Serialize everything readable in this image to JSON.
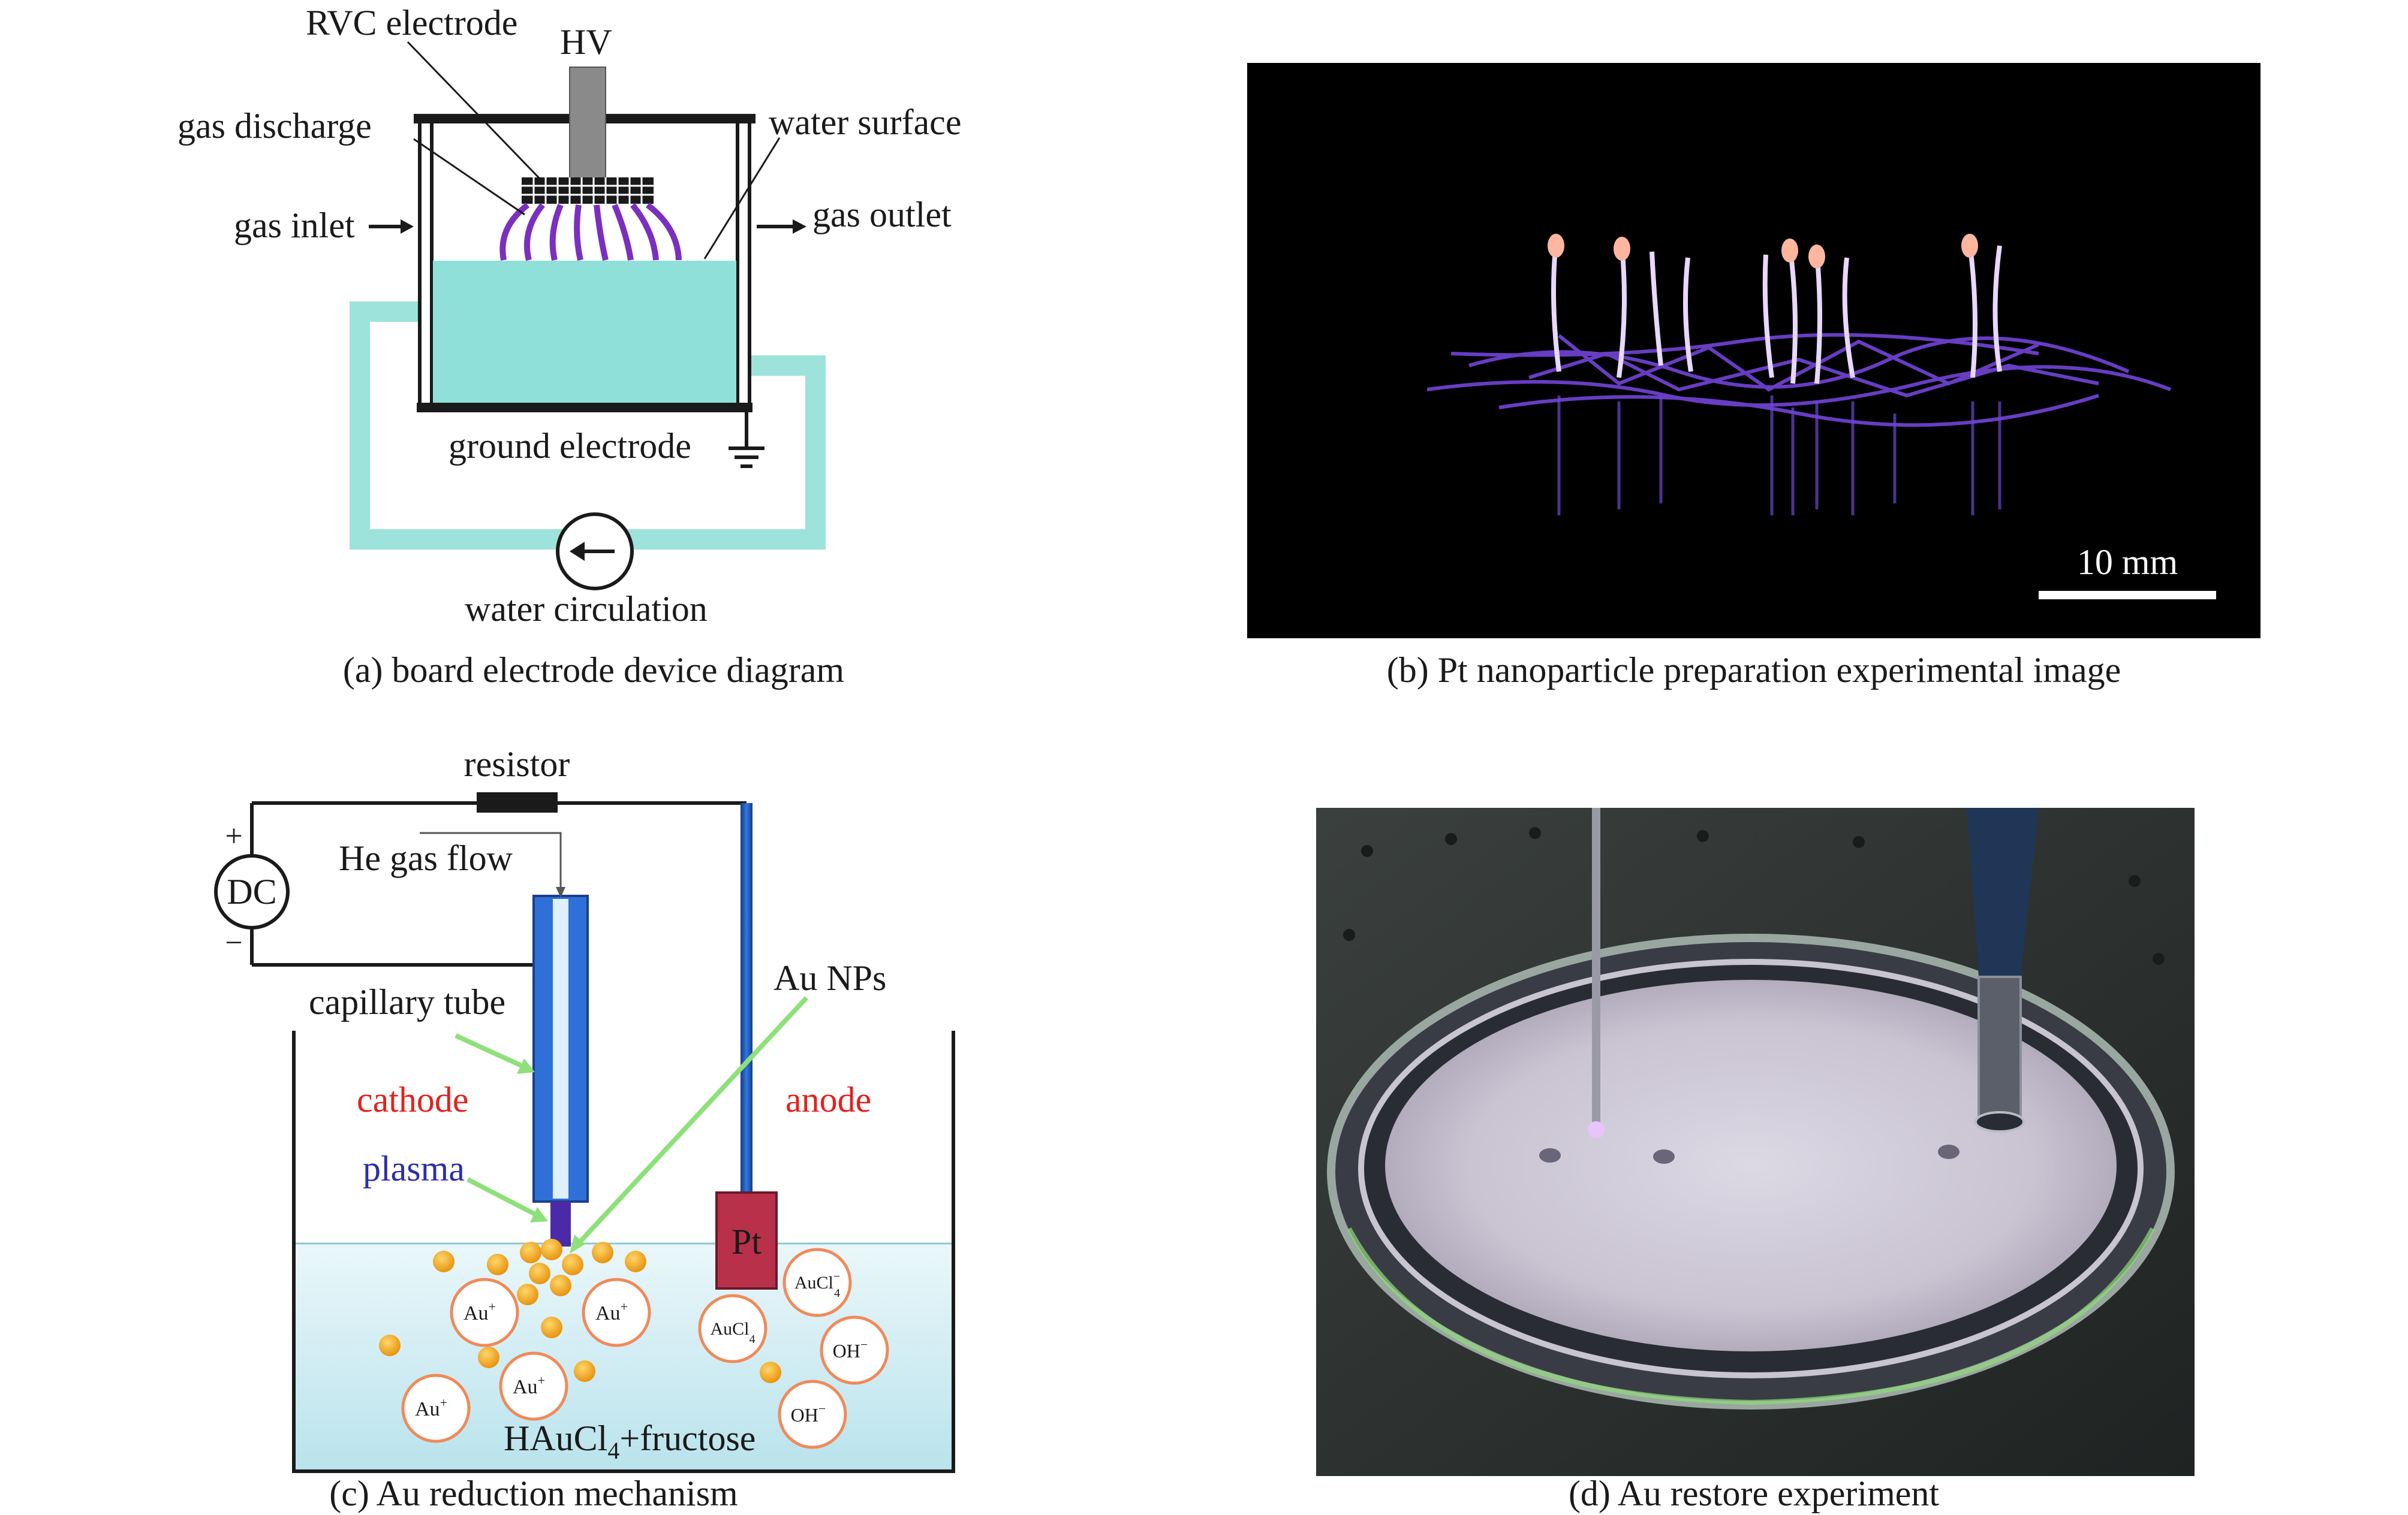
{
  "panel_a": {
    "caption": "(a) board electrode device diagram",
    "labels": {
      "rvc_electrode": "RVC electrode",
      "hv": "HV",
      "gas_discharge": "gas discharge",
      "water_surface": "water surface",
      "gas_inlet": "gas inlet",
      "gas_outlet": "gas outlet",
      "ground_electrode": "ground electrode",
      "water_circulation": "water circulation"
    },
    "colors": {
      "water": "#8fe0d8",
      "discharge": "#7b2fbf",
      "frame": "#1a1a1a",
      "pipe": "#9ee2dc"
    }
  },
  "panel_b": {
    "caption": "(b) Pt nanoparticle preparation experimental image",
    "scale_bar": "10 mm",
    "colors": {
      "background": "#000000",
      "discharge": "#8b5cf0"
    }
  },
  "panel_c": {
    "caption": "(c) Au reduction mechanism",
    "labels": {
      "resistor": "resistor",
      "plus": "+",
      "minus": "−",
      "dc": "DC",
      "he_gas_flow": "He gas flow",
      "capillary_tube": "capillary tube",
      "au_nps": "Au NPs",
      "cathode": "cathode",
      "anode": "anode",
      "plasma": "plasma",
      "pt": "Pt",
      "solution": "HAuCl",
      "solution_sub": "4",
      "solution_suffix": "+fructose"
    },
    "ions": {
      "au": "Au",
      "au_sup": "+",
      "aucl": "AuCl",
      "aucl_sub": "4",
      "aucl_sup": "−",
      "oh": "OH",
      "oh_sup": "−"
    },
    "colors": {
      "solution": "#d8f0f4",
      "tube": "#2f6fd8",
      "pt": "#b8304a",
      "particle": "#f2a51a",
      "ion_ring": "#f08a5a",
      "arrow": "#8ee07a"
    }
  },
  "panel_d": {
    "caption": "(d) Au restore experiment",
    "colors": {
      "table": "#2e3230",
      "dish": "#c9c4d4"
    }
  }
}
